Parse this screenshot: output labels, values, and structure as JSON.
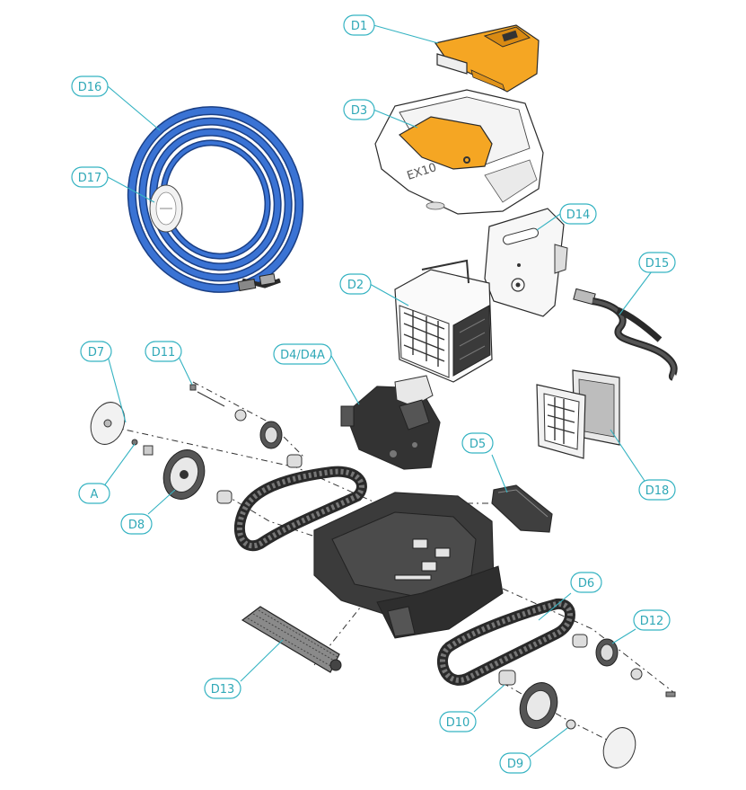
{
  "diagram": {
    "colors": {
      "callout": "#35b3c2",
      "orange": "#f5a623",
      "cable_blue": "#2e66c4",
      "dark_body": "#3b3b3b",
      "track": "#4a4a4a"
    },
    "labels": {
      "d1": "D1",
      "d2": "D2",
      "d3": "D3",
      "d4": "D4/D4A",
      "d5": "D5",
      "d6": "D6",
      "d7": "D7",
      "d8": "D8",
      "d9": "D9",
      "d10": "D10",
      "d11": "D11",
      "d12": "D12",
      "d13": "D13",
      "d14": "D14",
      "d15": "D15",
      "d16": "D16",
      "d17": "D17",
      "d18": "D18",
      "a": "A"
    },
    "model_text": "EX10"
  }
}
